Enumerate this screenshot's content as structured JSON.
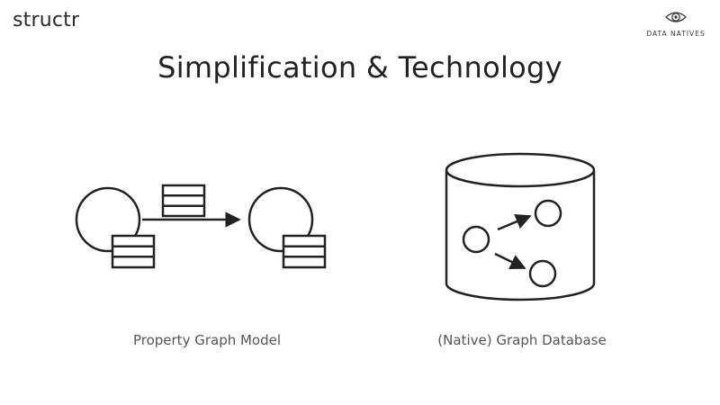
{
  "brand": {
    "name": "structr"
  },
  "partner": {
    "name": "DATA NATIVES",
    "logo_icon": "eye-icon"
  },
  "slide": {
    "title": "Simplification & Technology"
  },
  "diagrams": {
    "left": {
      "caption": "Property Graph Model",
      "icons": [
        "node-circle-icon",
        "property-table-icon",
        "relationship-arrow-icon"
      ]
    },
    "right": {
      "caption": "(Native) Graph Database",
      "icons": [
        "database-cylinder-icon",
        "node-circle-icon",
        "relationship-arrow-icon"
      ]
    }
  },
  "colors": {
    "stroke": "#222222",
    "text": "#222222",
    "caption": "#555555",
    "background": "#ffffff"
  }
}
